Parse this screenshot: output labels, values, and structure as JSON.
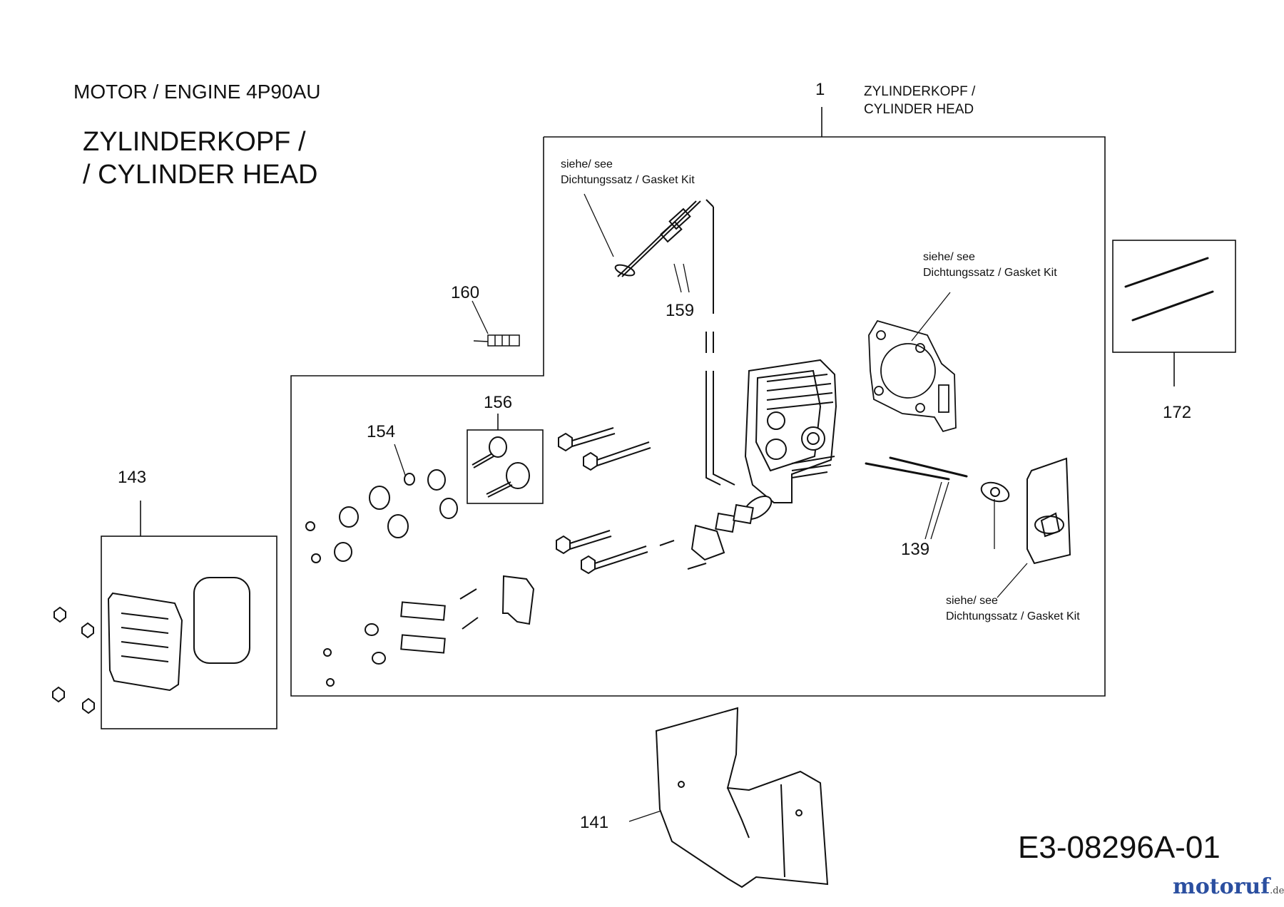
{
  "header": {
    "engine_title": "MOTOR / ENGINE  4P90AU",
    "section_title_line1": "ZYLINDERKOPF /",
    "section_title_line2": "/ CYLINDER HEAD"
  },
  "assembly": {
    "number": "1",
    "name_line1": "ZYLINDERKOPF /",
    "name_line2": "CYLINDER HEAD"
  },
  "notes": [
    {
      "line1": "siehe/ see",
      "line2": "Dichtungssatz / Gasket Kit"
    },
    {
      "line1": "siehe/ see",
      "line2": "Dichtungssatz / Gasket Kit"
    },
    {
      "line1": "siehe/ see",
      "line2": "Dichtungssatz / Gasket Kit"
    }
  ],
  "parts": {
    "p160": "160",
    "p159": "159",
    "p156": "156",
    "p154": "154",
    "p143": "143",
    "p139": "139",
    "p172": "172",
    "p141": "141"
  },
  "drawing_ref": "E3-08296A-01",
  "logo": {
    "main": "motoruf",
    "tld": ".de"
  },
  "colors": {
    "line": "#111111",
    "logo_blue": "#2b4fa0",
    "logo_orange": "#e07b1a"
  }
}
